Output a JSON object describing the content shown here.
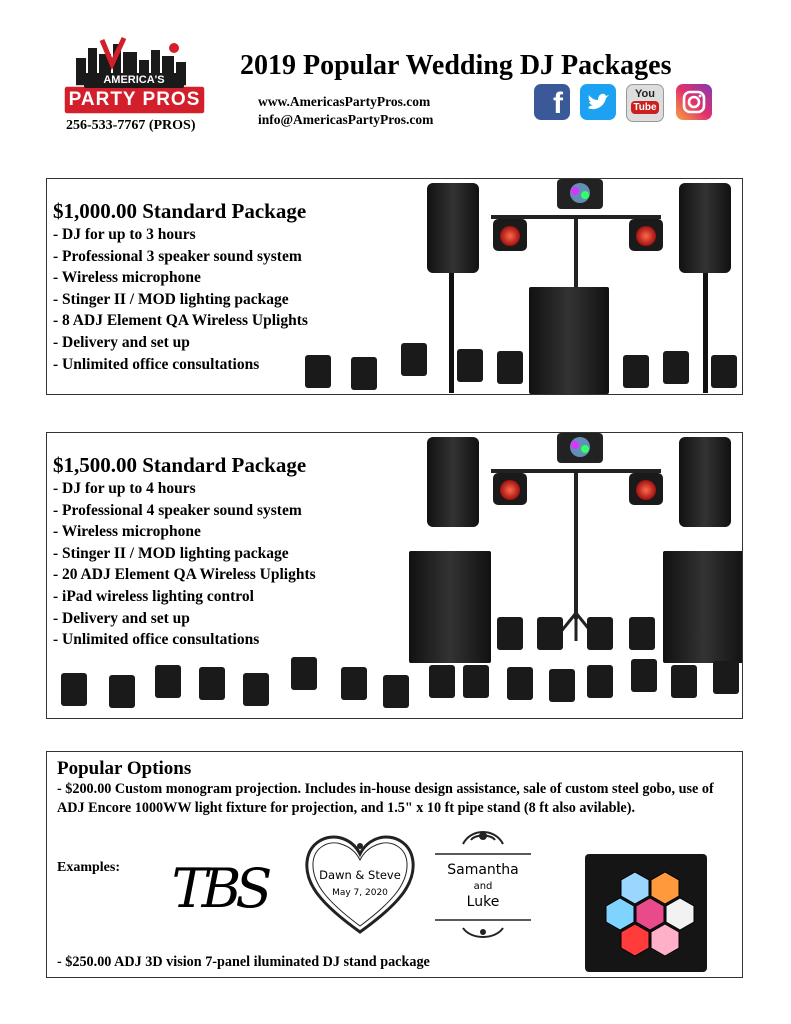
{
  "header": {
    "logo_text_top": "AMERICA'S",
    "logo_text_bottom": "PARTY PROS",
    "phone": "256-533-7767 (PROS)",
    "title": "2019 Popular Wedding DJ Packages",
    "website": "www.AmericasPartyPros.com",
    "email": "info@AmericasPartyPros.com",
    "social": [
      {
        "icon": "facebook-icon",
        "glyph": "f",
        "color": "#3b5998"
      },
      {
        "icon": "twitter-icon",
        "glyph": "t",
        "color": "#1da1f2"
      },
      {
        "icon": "youtube-icon",
        "glyph_top": "You",
        "glyph_bottom": "Tube",
        "color": "#cc1f1f"
      },
      {
        "icon": "instagram-icon",
        "color": "#c13584"
      }
    ],
    "brand_red": "#d21f2b"
  },
  "packages": [
    {
      "title": "$1,000.00  Standard Package",
      "items": [
        "- DJ for up to 3 hours",
        "- Professional 3 speaker sound system",
        "- Wireless microphone",
        "- Stinger II / MOD lighting package",
        "- 8 ADJ Element QA Wireless Uplights",
        "- Delivery and set up",
        "- Unlimited office consultations"
      ]
    },
    {
      "title": "$1,500.00  Standard Package",
      "items": [
        "- DJ for up to 4 hours",
        "- Professional 4 speaker sound system",
        "- Wireless microphone",
        "- Stinger II / MOD lighting package",
        "- 20 ADJ Element QA Wireless Uplights",
        "- iPad wireless lighting control",
        "- Delivery and set up",
        "- Unlimited office consultations"
      ]
    }
  ],
  "options": {
    "title": "Popular Options",
    "description": "- $200.00 Custom monogram projection. Includes in-house design assistance, sale of custom steel gobo, use of ADJ Encore 1000WW light fixture for projection, and 1.5\" x 10 ft pipe stand (8 ft also avilable).",
    "examples_label": "Examples:",
    "monogram_1": "TBS",
    "monogram_2_names": "Dawn & Steve",
    "monogram_2_date": "May 7, 2020",
    "monogram_3_line1": "Samantha",
    "monogram_3_line2": "and",
    "monogram_3_line3": "Luke",
    "stand": "- $250.00  ADJ 3D vision 7-panel iluminated DJ stand package"
  }
}
